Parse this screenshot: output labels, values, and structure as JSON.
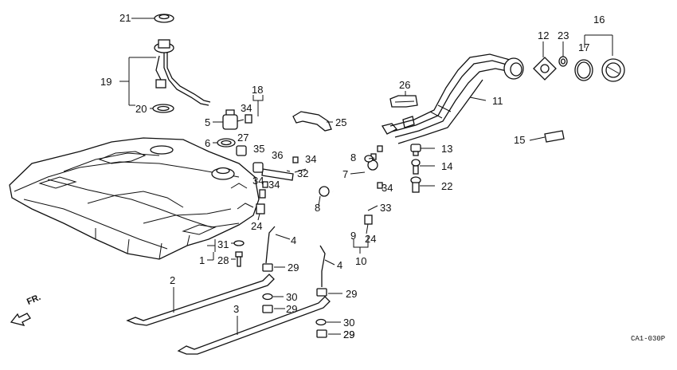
{
  "callouts": [
    "21",
    "19",
    "20",
    "5",
    "6",
    "27",
    "18",
    "34",
    "25",
    "26",
    "11",
    "12",
    "23",
    "16",
    "17",
    "15",
    "13",
    "14",
    "22",
    "8",
    "7",
    "35",
    "36",
    "32",
    "34",
    "34",
    "8",
    "33",
    "9",
    "24",
    "24",
    "4",
    "4",
    "31",
    "1",
    "28",
    "29",
    "29",
    "29",
    "30",
    "29",
    "30",
    "29",
    "2",
    "3",
    "10",
    "34",
    "34"
  ],
  "front_label": "FR.",
  "diagram_code": "CA1-030P"
}
